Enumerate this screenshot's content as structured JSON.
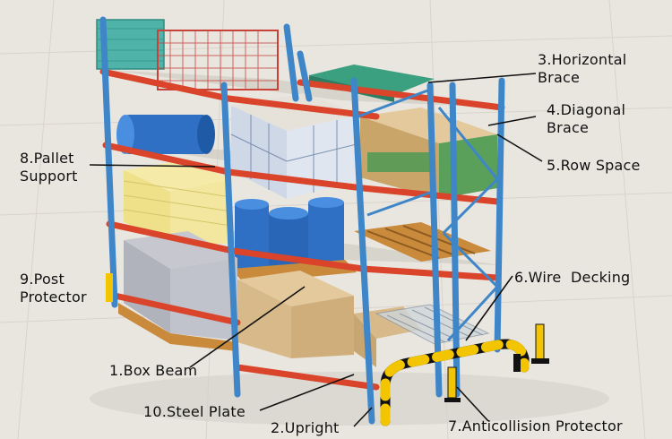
{
  "labels": {
    "horizontal_brace": {
      "line1": "3.Horizontal",
      "line2": "Brace"
    },
    "diagonal_brace": {
      "line1": "4.Diagonal",
      "line2": "Brace"
    },
    "row_space": {
      "text": "5.Row Space"
    },
    "pallet_support": {
      "line1": "8.Pallet",
      "line2": "Support"
    },
    "post_protector": {
      "line1": "9.Post",
      "line2": "Protector"
    },
    "wire_decking": {
      "text": "6.Wire  Decking"
    },
    "box_beam": {
      "text": "1.Box Beam"
    },
    "steel_plate": {
      "text": "10.Steel Plate"
    },
    "upright": {
      "text": "2.Upright"
    },
    "anticollision": {
      "text": "7.Anticollision Protector"
    }
  },
  "colors": {
    "floor": "#e9e6e0",
    "upright_blue": "#3f86c9",
    "beam_orange": "#d9442a",
    "cage_teal": "#4fb3a9",
    "drum_blue": "#2f6fc4",
    "box_tan": "#d8b98a",
    "pallet_wood": "#c98a3c",
    "protector_yellow": "#f2c500",
    "leader_line": "#111111"
  }
}
